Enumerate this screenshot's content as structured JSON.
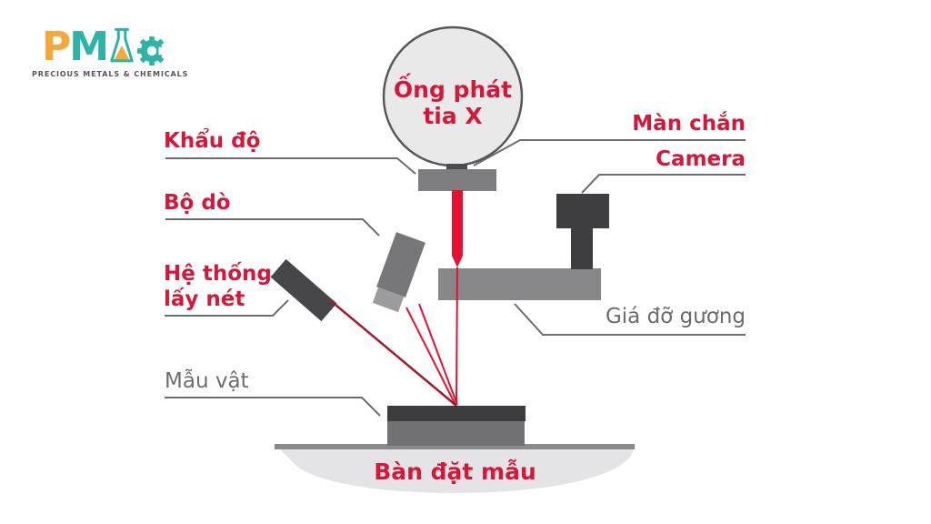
{
  "logo": {
    "letter_p": "P",
    "letter_m": "M",
    "tagline": "PRECIOUS METALS & CHEMICALS"
  },
  "labels": {
    "xray_tube": "Ống phát tia X",
    "aperture": "Khẩu độ",
    "detector": "Bộ dò",
    "focusing_system": "Hệ thống lấy nét",
    "specimen": "Mẫu vật",
    "shield": "Màn chắn",
    "camera": "Camera",
    "mirror_mount": "Giá đỡ gương",
    "sample_table": "Bàn đặt mẫu"
  },
  "colors": {
    "label_red": "#d5173a",
    "beam_red": "#e8102e",
    "beam_dark_red": "#a6192e",
    "label_gray": "#6b6c6e",
    "leader_line": "#6d6d6d",
    "tube_circle_fill": "#e9e9e9",
    "tube_circle_stroke": "#58585a",
    "logo_orange": "#f5a83c",
    "logo_teal": "#2eb3a6"
  }
}
